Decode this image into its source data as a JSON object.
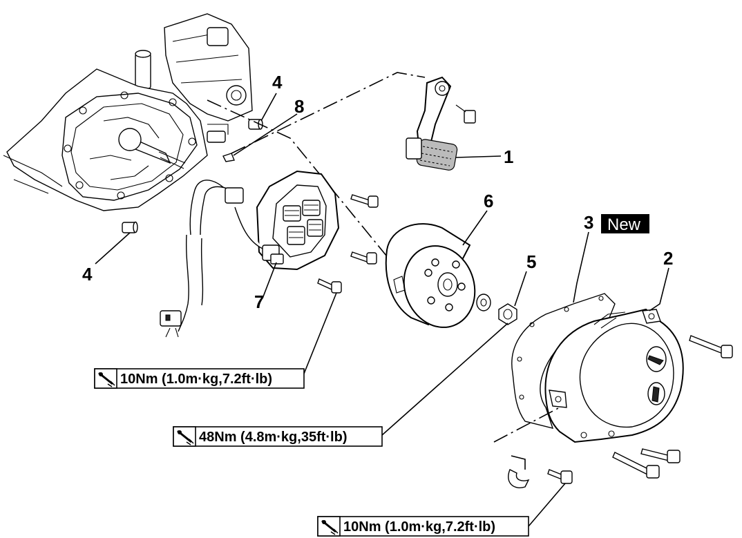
{
  "callouts": {
    "kick_crank": "1",
    "crankcase_cover": "2",
    "gasket": "3",
    "dowel_upper": "4",
    "dowel_lower": "4",
    "rotor_nut": "5",
    "rotor": "6",
    "stator": "7",
    "woodruff_key": "8"
  },
  "new_badge": "New",
  "torque_specs": {
    "stator_bolt": "10Nm (1.0m·kg,7.2ft·lb)",
    "rotor_nut": "48Nm (4.8m·kg,35ft·lb)",
    "cover_bolt": "10Nm (1.0m·kg,7.2ft·lb)"
  },
  "icons": {
    "torque": "torque-wrench-icon"
  },
  "colors": {
    "line": "#000000",
    "badge_bg": "#000000",
    "badge_text": "#ffffff"
  }
}
